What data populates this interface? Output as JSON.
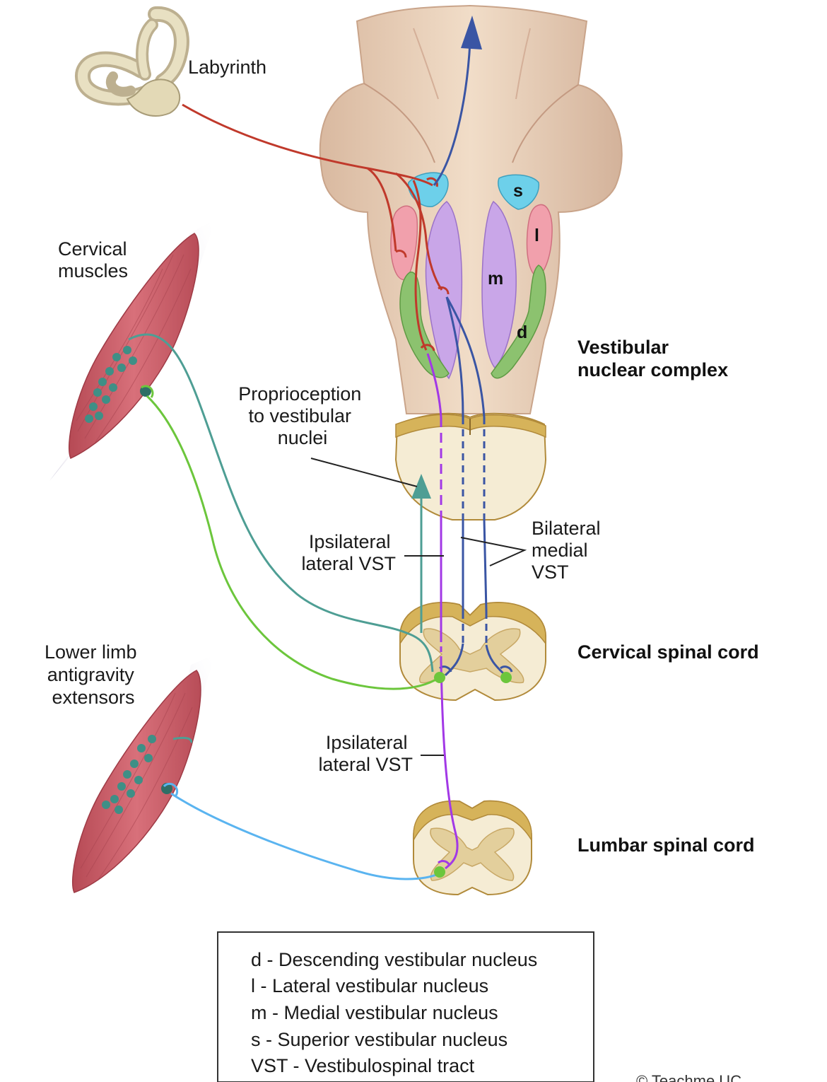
{
  "labels": {
    "labyrinth": "Labyrinth",
    "cervical_muscles": [
      "Cervical",
      "muscles"
    ],
    "lower_limb": [
      "Lower limb",
      "antigravity",
      "extensors"
    ],
    "proprioception": [
      "Proprioception",
      "to vestibular",
      "nuclei"
    ],
    "ipsilateral_1": [
      "Ipsilateral",
      "lateral VST"
    ],
    "ipsilateral_2": [
      "Ipsilateral",
      "lateral VST"
    ],
    "bilateral": [
      "Bilateral",
      "medial",
      "VST"
    ],
    "vestibular_complex": [
      "Vestibular",
      "nuclear complex"
    ],
    "cervical_cord": "Cervical spinal cord",
    "lumbar_cord": "Lumbar spinal cord",
    "copyright": "© Teachme UC"
  },
  "nuclei": {
    "s": "s",
    "l": "l",
    "m": "m",
    "d": "d"
  },
  "legend": [
    "d - Descending vestibular nucleus",
    "l -  Lateral vestibular nucleus",
    "m - Medial vestibular nucleus",
    "s - Superior vestibular nucleus",
    "VST - Vestibulospinal tract"
  ],
  "colors": {
    "labyrinth_afferent": "#c0392b",
    "medial_vst": "#3a55a4",
    "lateral_vst": "#a238e6",
    "proprioception": "#4e9e94",
    "cervical_motor": "#6cc63c",
    "lumbar_motor": "#5ab4f0",
    "superior_nucleus": "#6dd0ea",
    "lateral_nucleus": "#f1a0ac",
    "medial_nucleus": "#c9a6e8",
    "descending_nucleus": "#8cc26f"
  }
}
